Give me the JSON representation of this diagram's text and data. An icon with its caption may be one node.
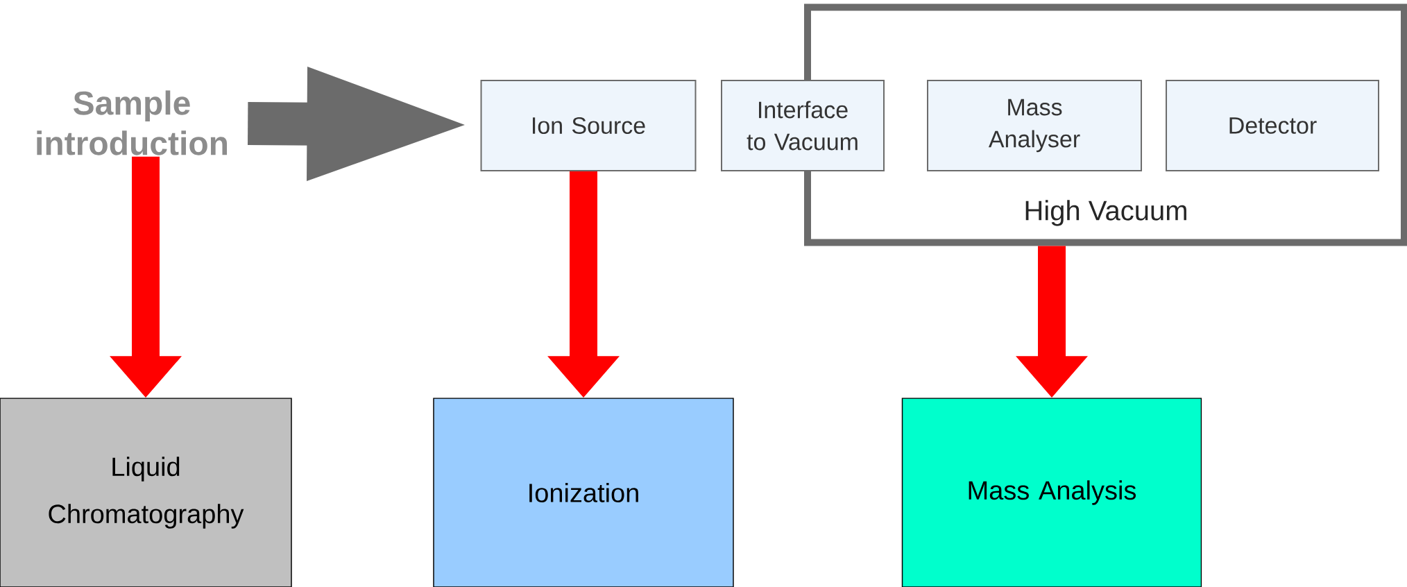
{
  "diagram": {
    "nodes": [
      {
        "text": [
          "Sample introduction"
        ]
      },
      {
        "text": [
          "Ion Source"
        ]
      },
      {
        "text": [
          "Interface to Vacuum"
        ]
      },
      {
        "text": [
          "High Vacuum"
        ]
      },
      {
        "text": [
          "Mass Analyser"
        ],
        "in": 3
      },
      {
        "text": [
          "Detector"
        ],
        "in": 3
      },
      {
        "text": [
          "Liquid Chromatography"
        ]
      },
      {
        "text": [
          "Ionization"
        ]
      },
      {
        "text": [
          "Mass Analysis"
        ]
      }
    ],
    "edges": [
      {
        "from": 0,
        "to": 1,
        "arrow": "to",
        "color": "#6b6b6b"
      },
      {
        "from": 0,
        "to": 6,
        "arrow": "to",
        "color": "#ff0000"
      },
      {
        "from": 1,
        "to": 7,
        "arrow": "to",
        "color": "#ff0000"
      },
      {
        "from": 3,
        "to": 8,
        "arrow": "to",
        "color": "#ff0000"
      }
    ]
  }
}
